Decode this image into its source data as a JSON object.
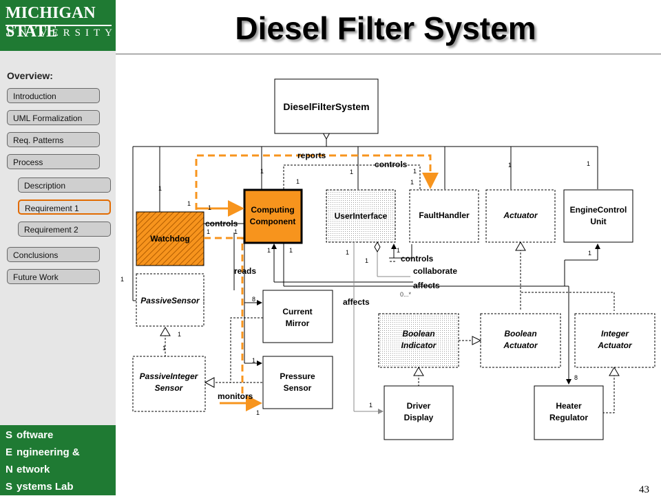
{
  "logo": {
    "line1": "MICHIGAN STATE",
    "line2": "UNIVERSITY"
  },
  "sidebar": {
    "heading": "Overview:",
    "items": [
      {
        "label": "Introduction"
      },
      {
        "label": "UML Formalization"
      },
      {
        "label": "Req. Patterns"
      },
      {
        "label": "Process"
      },
      {
        "label": "Description"
      },
      {
        "label": "Requirement 1"
      },
      {
        "label": "Requirement 2"
      },
      {
        "label": "Conclusions"
      },
      {
        "label": "Future Work"
      }
    ]
  },
  "sens": {
    "rows": [
      {
        "cap": "S",
        "rest": "oftware"
      },
      {
        "cap": "E",
        "rest": "ngineering &"
      },
      {
        "cap": "N",
        "rest": "etwork"
      },
      {
        "cap": "S",
        "rest": "ystems Lab"
      }
    ]
  },
  "title": "Diesel Filter System",
  "page_number": "43",
  "colors": {
    "green": "#1f7a33",
    "orange": "#f7941d",
    "highlight": "#e26a00"
  },
  "diagram": {
    "classes": {
      "diesel": "DieselFilterSystem",
      "computing_1": "Computing",
      "computing_2": "Component",
      "userinterface": "UserInterface",
      "faulthandler": "FaultHandler",
      "actuator": "Actuator",
      "enginecontrol_1": "EngineControl",
      "enginecontrol_2": "Unit",
      "watchdog": "Watchdog",
      "passivesensor": "PassiveSensor",
      "passiveinteger_1": "PassiveInteger",
      "passiveinteger_2": "Sensor",
      "currentmirror_1": "Current",
      "currentmirror_2": "Mirror",
      "pressuresensor_1": "Pressure",
      "pressuresensor_2": "Sensor",
      "booleanindicator_1": "Boolean",
      "booleanindicator_2": "Indicator",
      "booleanactuator_1": "Boolean",
      "booleanactuator_2": "Actuator",
      "integeractuator_1": "Integer",
      "integeractuator_2": "Actuator",
      "driverdisplay_1": "Driver",
      "driverdisplay_2": "Display",
      "heaterregulator_1": "Heater",
      "heaterregulator_2": "Regulator"
    },
    "labels": {
      "reports": "reports",
      "controls_top": "controls",
      "controls_left": "controls",
      "controls_right": "controls",
      "collaborate": "collaborate",
      "affects_right": "affects",
      "affects_mid": "affects",
      "reads": "reads",
      "monitors": "monitors",
      "range": "0...*"
    },
    "mult": {
      "one": "1",
      "eight": "8"
    }
  }
}
